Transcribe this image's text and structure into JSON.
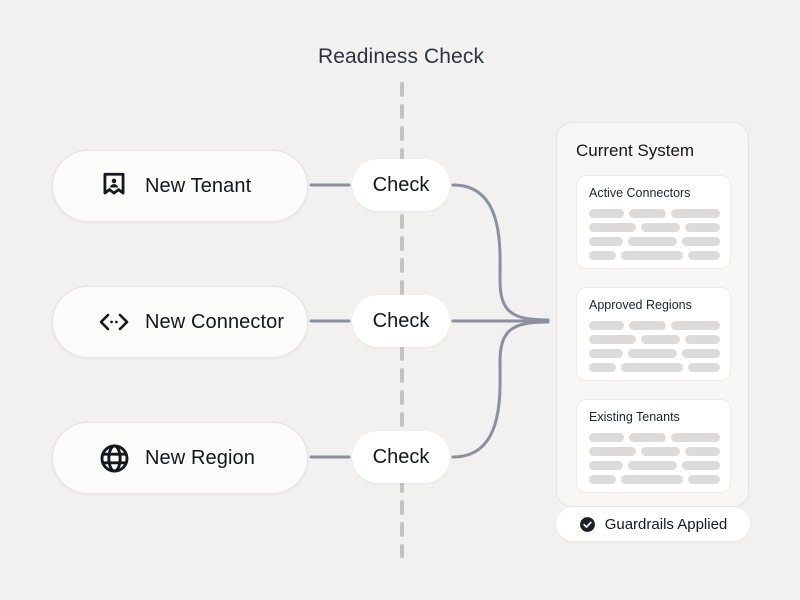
{
  "diagram": {
    "title": "Readiness Check",
    "background_color": "#f2f1ef",
    "wire_color": "#8b90a0",
    "dashed_line_color": "#c3c2c0"
  },
  "sources": [
    {
      "label": "New Tenant",
      "icon": "id-badge-icon"
    },
    {
      "label": "New Connector",
      "icon": "code-brackets-icon"
    },
    {
      "label": "New Region",
      "icon": "globe-icon"
    }
  ],
  "checks": [
    {
      "label": "Check"
    },
    {
      "label": "Check"
    },
    {
      "label": "Check"
    }
  ],
  "panel": {
    "title": "Current System",
    "cards": [
      {
        "title": "Active Connectors",
        "skeleton_rows": [
          [
            44,
            46,
            62
          ],
          [
            58,
            48,
            43
          ],
          [
            42,
            60,
            47
          ],
          [
            33,
            76,
            39
          ]
        ]
      },
      {
        "title": "Approved Regions",
        "skeleton_rows": [
          [
            44,
            46,
            62
          ],
          [
            58,
            48,
            43
          ],
          [
            42,
            60,
            47
          ],
          [
            33,
            76,
            39
          ]
        ]
      },
      {
        "title": "Existing Tenants",
        "skeleton_rows": [
          [
            44,
            46,
            62
          ],
          [
            58,
            48,
            43
          ],
          [
            42,
            60,
            47
          ],
          [
            33,
            76,
            39
          ]
        ]
      }
    ]
  },
  "badge": {
    "label": "Guardrails Applied",
    "icon": "check-circle-icon"
  }
}
